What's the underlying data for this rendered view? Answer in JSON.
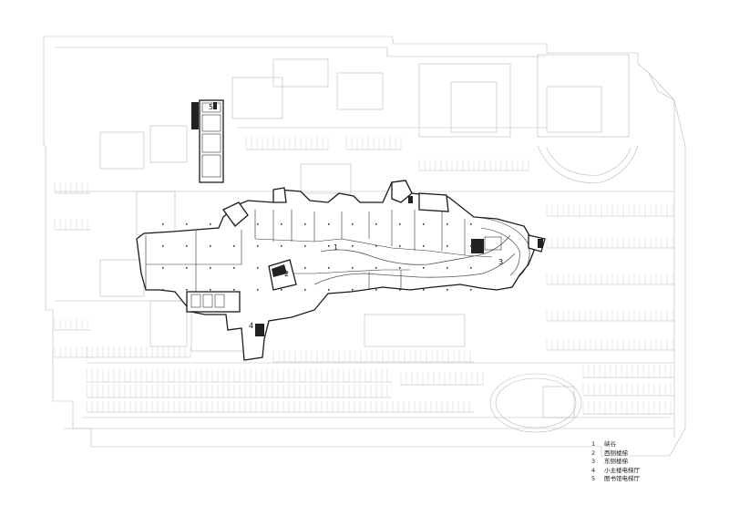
{
  "plan": {
    "markers": [
      {
        "id": "1",
        "label": "1"
      },
      {
        "id": "2",
        "label": "2"
      },
      {
        "id": "3",
        "label": "3"
      },
      {
        "id": "4",
        "label": "4"
      },
      {
        "id": "5",
        "label": "5"
      }
    ]
  },
  "legend": {
    "items": [
      {
        "num": "1",
        "text": "峡谷"
      },
      {
        "num": "2",
        "text": "西侧楼梯"
      },
      {
        "num": "3",
        "text": "东侧楼梯"
      },
      {
        "num": "4",
        "text": "小主楼电梯厅"
      },
      {
        "num": "5",
        "text": "图书馆电梯厅"
      }
    ]
  }
}
